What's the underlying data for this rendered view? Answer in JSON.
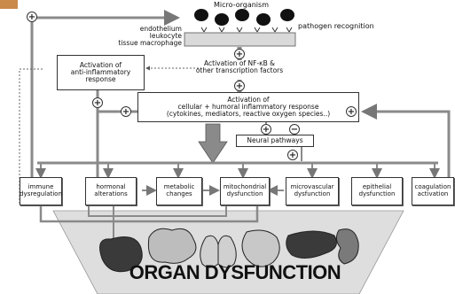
{
  "diagram": {
    "top_label": "Micro-organism",
    "pathogen_recognition": "pathogen recognition",
    "cell_types": [
      "endothelium",
      "leukocyte",
      "tissue macrophage"
    ],
    "activation_nfkb": [
      "Activation of NF-κB &",
      "other transcription factors"
    ],
    "anti_inflammatory": [
      "Activation of",
      "anti-inflammatory",
      "response"
    ],
    "inflammatory": [
      "Activation of",
      "cellular + humoral inflammatory response",
      "(cytokines, mediators, reactive oxygen species..)"
    ],
    "neural": "Neural pathways",
    "outcomes": [
      [
        "immune",
        "dysregulation"
      ],
      [
        "hormonal",
        "alterations"
      ],
      [
        "metabolic",
        "changes"
      ],
      [
        "mitochondrial",
        "dysfunction"
      ],
      [
        "microvascular",
        "dysfunction"
      ],
      [
        "epithelial",
        "dysfunction"
      ],
      [
        "coagulation",
        "activation"
      ]
    ],
    "organ_dysfunction": "ORGAN DYSFUNCTION",
    "signs": {
      "plus": "+",
      "minus": "−"
    }
  },
  "colors": {
    "arrow": "#8a8a8a",
    "arrow_dark": "#555555",
    "bar_fill": "#d9d9d9",
    "trapezoid": "#dedede",
    "microbe": "#111111",
    "corner_accent": "#c98a4a"
  },
  "icons": [
    "microbe-icon",
    "heart-icon",
    "brain-icon",
    "lungs-icon",
    "intestine-icon",
    "liver-icon",
    "kidney-icon"
  ]
}
